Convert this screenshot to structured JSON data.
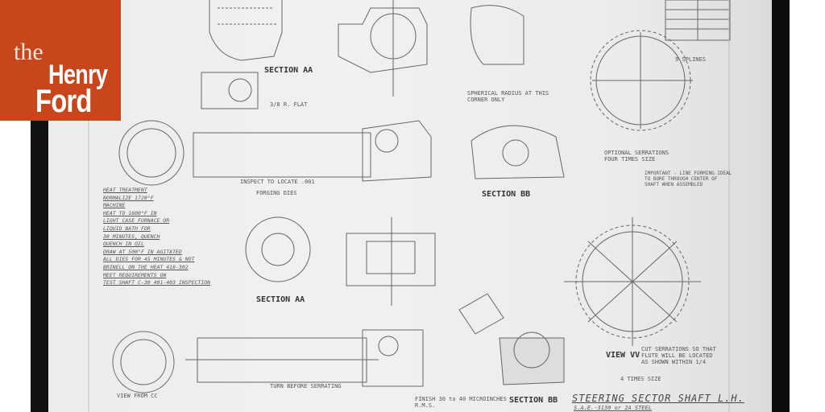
{
  "logo": {
    "line1": "the",
    "line2": "Henry",
    "line3": "Ford",
    "color": "#c8461b"
  },
  "drawing": {
    "title": "STEERING SECTOR SHAFT L.H.",
    "material": "S.A.E.-3130 or 2A STEEL",
    "sections": [
      "SECTION AA",
      "SECTION BB",
      "SECTION AA",
      "SECTION BB"
    ],
    "views": [
      "VIEW VV",
      "VIEW FROM CC"
    ],
    "labels": {
      "optional_serrations": "OPTIONAL SERRATIONS FOUR TIMES SIZE",
      "four_times_size": "4 TIMES SIZE",
      "cut_serrations": "CUT SERRATIONS SO THAT FLUTE WILL BE LOCATED AS SHOWN WITHIN 1/4",
      "spherical_radius": "SPHERICAL RADIUS AT THIS CORNER ONLY",
      "important": "IMPORTANT - LINE FORMING IDEAL TO BORE THROUGH CENTER OF SHAFT WHEN ASSEMBLED",
      "finish": "FINISH 30 to 40 MICROINCHES R.M.S.",
      "turn_before": "TURN BEFORE SERRATING",
      "flat": "3/8 R. FLAT",
      "splines": "9 SPLINES",
      "forging_dies": "FORGING DIES",
      "inspect": "INSPECT TO LOCATE .001"
    },
    "heat_treatment": [
      "HEAT TREATMENT",
      "NORMALIZE 1720°F",
      "MACHINE",
      "HEAT TO 1600°F IN",
      "LIGHT CASE FURNACE OR",
      "LIQUID BATH FOR",
      "30 MINUTES, QUENCH",
      "QUENCH IN OIL",
      "DRAW AT 500°F IN AGITATED",
      "ALL DIES FOR 45 MINUTES & NOT",
      "BRINELL ON THE HEAT 418-302",
      "MEET REQUIREMENTS ON",
      "TEST SHAFT C-30 401-403 INSPECTION"
    ]
  }
}
